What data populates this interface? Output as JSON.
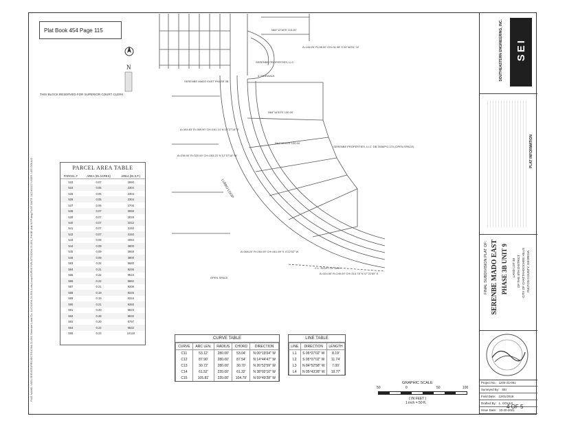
{
  "plat_book": "Plat Book 454 Page 115",
  "reserved_note": "THIS BLOCK RESERVED FOR SUPERIOR COURT CLERK",
  "file_note": "FILE NAME: \\\\SEI-SERVER\\PROJECTS\\1204-21-051 Serenbe Land Co. LLC\\1204-21-051-Lots-Loop\\SURVEY\\PLATS\\1204-21-051_PH3B Unit 9 FP.dwg PLOT DATE 11/24/2022 USER: LEE GOULD",
  "north_label": "N",
  "parcel_table": {
    "title": "PARCEL AREA TABLE",
    "headers": [
      "PARCEL #",
      "AREA (IN ACRES)",
      "AREA (IN S.F.)"
    ],
    "rows": [
      [
        "533",
        "0.07",
        "2890"
      ],
      [
        "534",
        "0.05",
        "2304"
      ],
      [
        "535",
        "0.05",
        "2304"
      ],
      [
        "536",
        "0.05",
        "2304"
      ],
      [
        "537",
        "0.06",
        "2705"
      ],
      [
        "538",
        "0.07",
        "3069"
      ],
      [
        "539",
        "0.07",
        "3028"
      ],
      [
        "540",
        "0.07",
        "3312"
      ],
      [
        "541",
        "0.07",
        "3150"
      ],
      [
        "542",
        "0.07",
        "3150"
      ],
      [
        "543",
        "0.09",
        "4084"
      ],
      [
        "544",
        "0.09",
        "3800"
      ],
      [
        "545",
        "0.09",
        "3858"
      ],
      [
        "546",
        "0.09",
        "3800"
      ],
      [
        "583",
        "0.22",
        "9680"
      ],
      [
        "584",
        "0.21",
        "9236"
      ],
      [
        "585",
        "0.22",
        "9516"
      ],
      [
        "586",
        "0.22",
        "9682"
      ],
      [
        "587",
        "0.21",
        "9208"
      ],
      [
        "588",
        "0.19",
        "8226"
      ],
      [
        "589",
        "0.19",
        "8316"
      ],
      [
        "590",
        "0.21",
        "9260"
      ],
      [
        "591",
        "0.20",
        "8823"
      ],
      [
        "592",
        "0.28",
        "9832"
      ],
      [
        "593",
        "0.20",
        "8797"
      ],
      [
        "594",
        "0.22",
        "9532"
      ],
      [
        "595",
        "0.23",
        "10118"
      ]
    ]
  },
  "curve_table": {
    "title": "CURVE TABLE",
    "headers": [
      "CURVE",
      "ARC LEN.",
      "RADIUS",
      "CHORD",
      "DIRECTION"
    ],
    "rows": [
      [
        "C11",
        "53.12'",
        "280.00'",
        "53.04'",
        "N 00°19'04\" W"
      ],
      [
        "C12",
        "87.90'",
        "280.00'",
        "87.54'",
        "N 14°44'47\" W"
      ],
      [
        "C13",
        "30.72'",
        "280.00'",
        "30.70'",
        "N 26°52'59\" W"
      ],
      [
        "C14",
        "61.52'",
        "220.00'",
        "61.32'",
        "N 38°02'10\" W"
      ],
      [
        "C15",
        "105.81'",
        "220.00'",
        "104.79'",
        "N 59°49'28\" W"
      ]
    ]
  },
  "line_table": {
    "title": "LINE TABLE",
    "headers": [
      "LINE",
      "DIRECTION",
      "LENGTH"
    ],
    "rows": [
      [
        "L1",
        "S 05°07'02\" W",
        "8.19'"
      ],
      [
        "L2",
        "S 05°07'02\" W",
        "11.74'"
      ],
      [
        "L3",
        "N 84°52'58\" W",
        "7.00'"
      ],
      [
        "L4",
        "N 05°43'28\" W",
        "19.77'"
      ]
    ]
  },
  "graphic_scale": {
    "title": "GRAPHIC SCALE",
    "ticks": [
      "50",
      "0",
      "50",
      "100"
    ],
    "units": "( IN FEET )",
    "ratio": "1 inch = 50 ft."
  },
  "drawing_labels": {
    "road": "LUMIO LOOP",
    "row": "C.L. RIGHT-OF-WAY",
    "owner_top": "SERENBE PROPERTIES, LLC",
    "owner_right": "SERENBE PROPERTIES, LLC. DB 3536/PG 170 (OPEN SPACE)",
    "madoeast": "SERENBE MADO EAST PHASE 3B",
    "sidewalk": "5' SIDEWALK",
    "curve_a": "A=164.83' R=369.90' CH=161.14' N 12°27'16\" E",
    "curve_b": "A=296.00' R=320.00' CH=283.20' N 12°07'16\" W",
    "curve_c": "A=368.20' R=260.00' CH=461.89' S 4°22'52\" W",
    "curve_d": "A=324.50' R=249.00' CH=314.78' N 47°22'55\" E",
    "curve_e": "A=146.24' R=98.00' CH=31.98' S 04°46'51\" W",
    "brg_1": "N84°14'53\"E 130.00'",
    "brg_2": "N64°12'25\"E 130.00'",
    "brg_3": "N64°12'38\"E 115.00'",
    "open_space": "OPEN SPACE"
  },
  "title_block": {
    "company": "SOUTHEASTERN ENGINEERING, INC.",
    "logo_text": "SEI",
    "plat_info": "PLAT INFORMATION",
    "plat_title": "FINAL SUBDIVISION PLAT OF:",
    "project_name": "SERENBE MADO EAST",
    "phase": "PHASE 3B UNIT 9",
    "land_lot": "LAND LOT 48",
    "district": "OF THE 8TH DISTRICT",
    "city": "CITY OF CHATTAHOOCHEE HILLS",
    "county": "FULTON COUNTY, GEORGIA",
    "seal_text": "GEORGIA REGISTERED LAND SURVEYOR"
  },
  "project_info": [
    {
      "label": "Project No.",
      "value": "1204-21-051"
    },
    {
      "label": "Surveyed By:",
      "value": "SEI"
    },
    {
      "label": "Field Date:",
      "value": "12/01/2019"
    },
    {
      "label": "Drafted By:",
      "value": "L. GOULD"
    },
    {
      "label": "Issue Date:",
      "value": "10-20-2021"
    }
  ],
  "sheet": "4 OF 5"
}
